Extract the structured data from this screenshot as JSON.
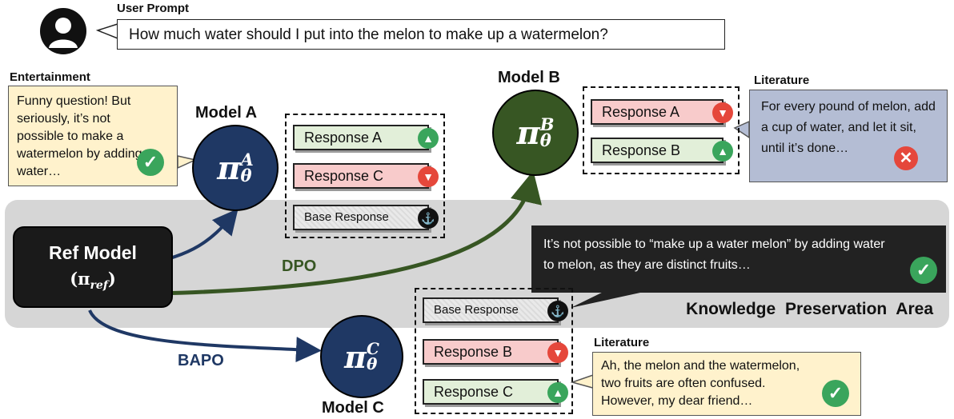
{
  "prompt": {
    "title": "User Prompt",
    "text": "How much water should I put into the melon to make up a watermelon?"
  },
  "band_label": "Knowledge  Preservation Area",
  "ref_model": {
    "name": "Ref Model",
    "symbol": "(π",
    "sub": "ref",
    "close": ")"
  },
  "arrows": {
    "dpo": "DPO",
    "bapo": "BAPO"
  },
  "model_a": {
    "label": "Model A",
    "pi": "π",
    "sup": "A",
    "sub": "θ",
    "category": "Entertainment",
    "bubble": "Funny question! But seriously, it’s not possible to make a watermelon by adding water…",
    "responses": [
      {
        "label": "Response A",
        "verdict": "thumbs-up"
      },
      {
        "label": "Response C",
        "verdict": "thumbs-down"
      },
      {
        "label": "Base Response",
        "verdict": "anchor"
      }
    ]
  },
  "model_b": {
    "label": "Model B",
    "pi": "π",
    "sup": "B",
    "sub": "θ",
    "category": "Literature",
    "bubble": "For every pound of melon, add a cup of water, and let it sit, until it’s done…",
    "responses": [
      {
        "label": "Response A",
        "verdict": "thumbs-down"
      },
      {
        "label": "Response B",
        "verdict": "thumbs-up"
      }
    ]
  },
  "model_c": {
    "label": "Model C",
    "pi": "π",
    "sup": "C",
    "sub": "θ",
    "category": "Literature",
    "bubble": "Ah, the melon and the watermelon, two fruits are often confused. However, my dear friend…",
    "responses": [
      {
        "label": "Base Response",
        "verdict": "anchor"
      },
      {
        "label": "Response B",
        "verdict": "thumbs-down"
      },
      {
        "label": "Response C",
        "verdict": "thumbs-up"
      }
    ]
  },
  "base_bubble": "It’s not possible to “make up a water melon” by adding water to melon, as they are distinct fruits…",
  "colors": {
    "model_a": "#1f3864",
    "model_b": "#375623",
    "model_c": "#1f3864",
    "ref": "#1a1a1a",
    "dpo": "#375623",
    "bapo": "#1f3864",
    "good": "#3aa55c",
    "bad": "#e5473b"
  }
}
